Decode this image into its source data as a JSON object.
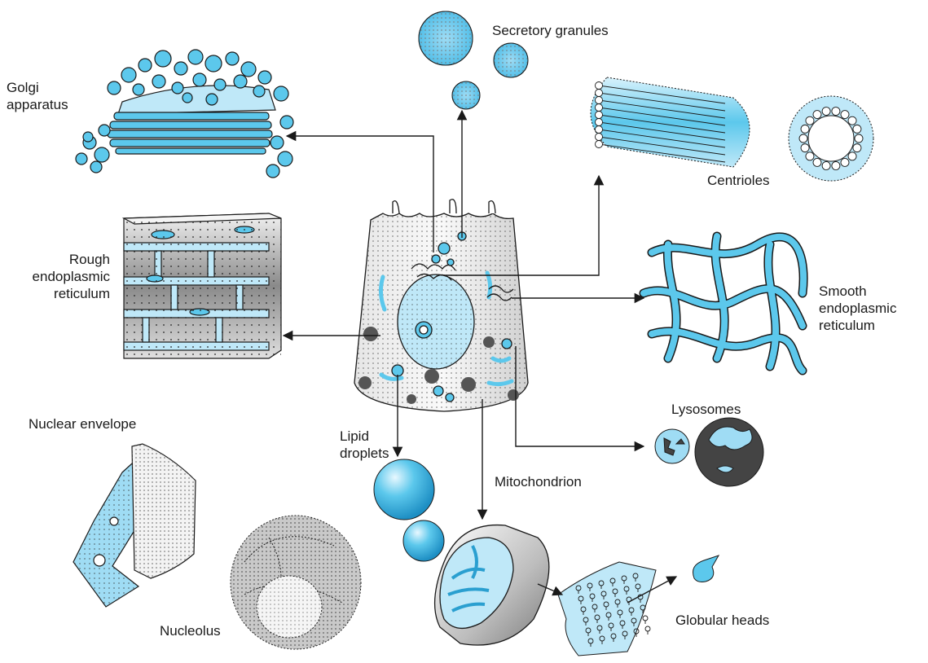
{
  "colors": {
    "organelle_blue": "#5cc8ec",
    "organelle_pale": "#bfe8f8",
    "organelle_dark": "#2a9fd0",
    "outline": "#1a1a1a",
    "stipple": "#333333",
    "grey_fill": "#d9d9d9"
  },
  "labels": {
    "golgi": [
      "Golgi",
      "apparatus"
    ],
    "secretory": "Secretory granules",
    "centrioles": "Centrioles",
    "rough_er": [
      "Rough",
      "endoplasmic",
      "reticulum"
    ],
    "smooth_er": [
      "Smooth",
      "endoplasmic",
      "reticulum"
    ],
    "lysosomes": "Lysosomes",
    "nuclear_envelope": "Nuclear envelope",
    "lipid": [
      "Lipid",
      "droplets"
    ],
    "mitochondrion": "Mitochondrion",
    "nucleolus": "Nucleolus",
    "globular": "Globular heads"
  }
}
